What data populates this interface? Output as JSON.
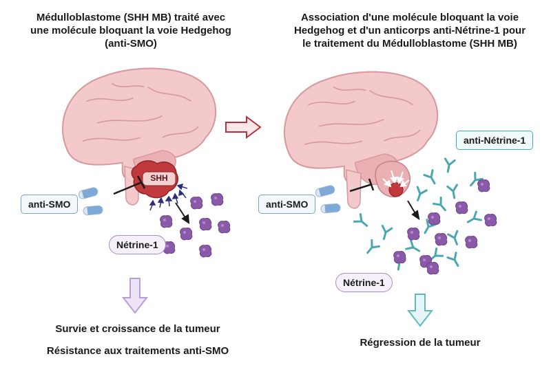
{
  "left_panel": {
    "title": "Médulloblastome (SHH MB) traité avec\nune molécule bloquant la voie Hedgehog\n(anti-SMO)",
    "tumor_label": "SHH",
    "drug_label": "anti-SMO",
    "ligand_label": "Nétrine-1",
    "outcome_1": "Survie et croissance de la tumeur",
    "outcome_2": "Résistance aux traitements anti-SMO"
  },
  "right_panel": {
    "title": "Association d'une molécule bloquant la voie\nHedgehog et d'un anticorps anti-Nétrine-1 pour\nle traitement du Médulloblastome (SHH MB)",
    "antibody_label": "anti-Nétrine-1",
    "drug_label": "anti-SMO",
    "ligand_label": "Nétrine-1",
    "outcome": "Régression de la tumeur"
  },
  "colors": {
    "brain_fill": "#f4c9cb",
    "brain_stroke": "#d69a9f",
    "tumor": "#c0393b",
    "netrin": "#8a5aa8",
    "antibody": "#4aa7b0",
    "pill_blue": "#7ea8d6",
    "down_arrow_left": "#b79ed9",
    "down_arrow_right": "#5fb9bd",
    "center_arrow": "#b5303a"
  },
  "icons": [
    "brain-icon",
    "tumor-icon",
    "pill-icon",
    "netrin-protein-icon",
    "antibody-icon",
    "arrow-right-icon",
    "arrow-down-icon",
    "inhibition-icon"
  ]
}
